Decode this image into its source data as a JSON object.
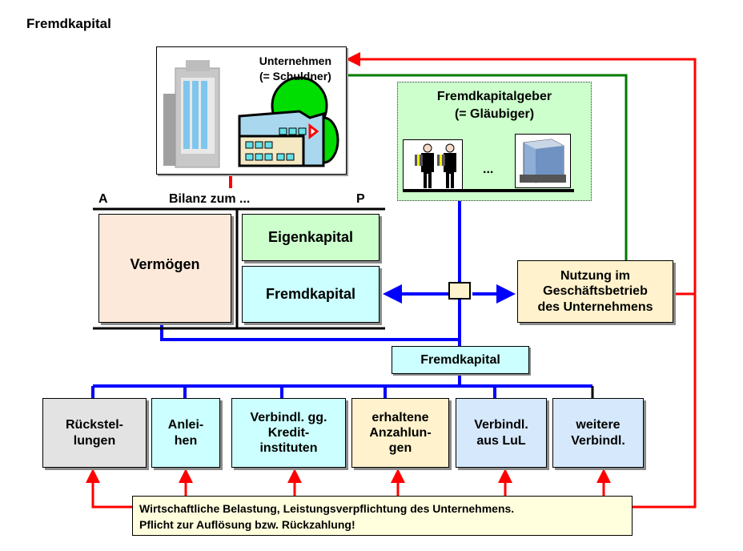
{
  "title": "Fremdkapital",
  "company": {
    "label_line1": "Unternehmen",
    "label_line2": "(= Schuldner)"
  },
  "creditor": {
    "label_line1": "Fremdkapitalgeber",
    "label_line2": "(= Gläubiger)",
    "ellipsis": "..."
  },
  "balance": {
    "left_label": "A",
    "header": "Bilanz zum ...",
    "right_label": "P",
    "assets": "Vermögen",
    "equity": "Eigenkapital",
    "debt": "Fremdkapital"
  },
  "usage": "Nutzung im\nGeschäftsbetrieb\ndes Unternehmens",
  "debt_node": "Fremdkapital",
  "categories": [
    {
      "label": "Rückstel-\nlungen",
      "color": "#e3e3e3"
    },
    {
      "label": "Anlei-\nhen",
      "color": "#ccffff"
    },
    {
      "label": "Verbindl. gg.\nKredit-\ninstituten",
      "color": "#ccffff"
    },
    {
      "label": "erhaltene\nAnzahlun-\ngen",
      "color": "#fff2cc"
    },
    {
      "label": "Verbindl.\naus LuL",
      "color": "#d6e8fb"
    },
    {
      "label": "weitere\nVerbindl.",
      "color": "#d6e8fb"
    }
  ],
  "note": {
    "line1": "Wirtschaftliche Belastung, Leistungsverpflichtung des Unternehmens.",
    "line2": "Pflicht zur Auflösung bzw. Rückzahlung!"
  },
  "colors": {
    "blue_flow": "#0000ff",
    "red_flow": "#ff0000",
    "green_flow": "#007a00",
    "assets_fill": "#fde9d9",
    "equity_fill": "#ccffcc",
    "debt_fill": "#ccffff",
    "usage_fill": "#fff2cc",
    "note_fill": "#ffffdd",
    "creditor_fill": "#ccffcc"
  }
}
